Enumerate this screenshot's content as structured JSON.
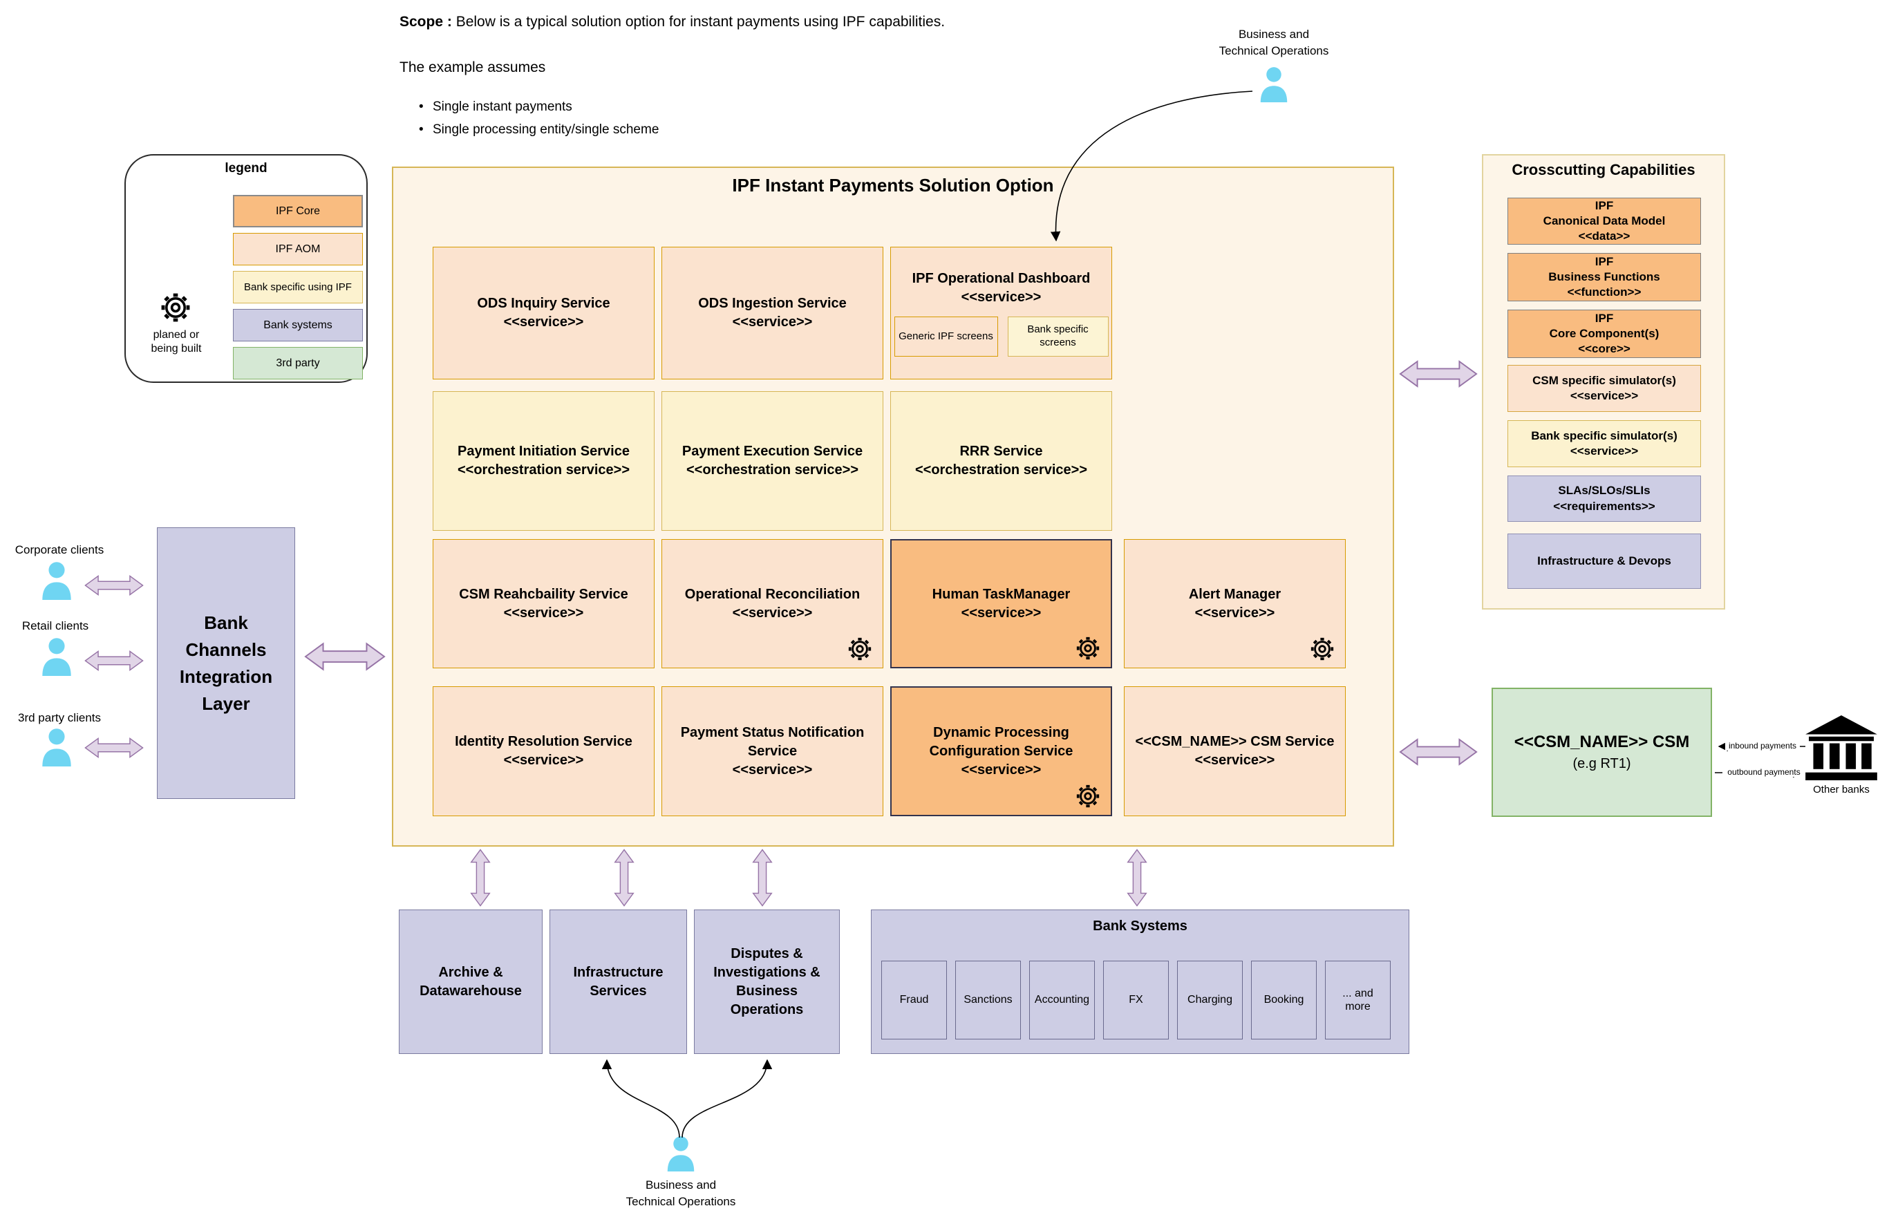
{
  "scope": {
    "label": "Scope :",
    "text": " Below is a typical solution option for instant payments using IPF capabilities.",
    "line2": "The example assumes",
    "bullets": [
      "Single instant payments",
      "Single processing entity/single scheme"
    ]
  },
  "legend": {
    "title": "legend",
    "items": [
      {
        "label": "IPF Core"
      },
      {
        "label": "IPF AOM"
      },
      {
        "label": "Bank specific using IPF"
      },
      {
        "label": "Bank systems"
      },
      {
        "label": "3rd party"
      }
    ],
    "gear_caption_line1": "planed or",
    "gear_caption_line2": "being built"
  },
  "palette": {
    "ipf_core": "#F9BC80",
    "ipf_aom": "#FBE3CF",
    "bank_specific_using_ipf": "#FCF2CF",
    "bank_systems": "#CDCDE4",
    "third_party": "#D5E8D4",
    "arrow_fill": "#E1D5E7",
    "arrow_stroke": "#9673A6",
    "person": "#6FD5F2",
    "main_border": "#D6B656"
  },
  "main": {
    "title": "IPF Instant Payments Solution Option",
    "services": [
      {
        "title": "ODS Inquiry Service",
        "stereotype": "<<service>>"
      },
      {
        "title": "ODS Ingestion Service",
        "stereotype": "<<service>>"
      },
      {
        "title": "IPF Operational Dashboard",
        "stereotype": "<<service>>"
      },
      {
        "title": "Payment Initiation Service",
        "stereotype": "<<orchestration service>>"
      },
      {
        "title": "Payment Execution Service",
        "stereotype": "<<orchestration service>>"
      },
      {
        "title": "RRR Service",
        "stereotype": "<<orchestration service>>"
      },
      {
        "title": "CSM Reahcbaility Service",
        "stereotype": "<<service>>"
      },
      {
        "title": "Operational Reconciliation",
        "stereotype": "<<service>>"
      },
      {
        "title": "Human TaskManager",
        "stereotype": "<<service>>"
      },
      {
        "title": "Alert Manager",
        "stereotype": "<<service>>"
      },
      {
        "title": "Identity Resolution Service",
        "stereotype": "<<service>>"
      },
      {
        "title": "Payment Status Notification Service",
        "stereotype": "<<service>>"
      },
      {
        "title": "Dynamic Processing Configuration Service",
        "stereotype": "<<service>>"
      },
      {
        "title": "<<CSM_NAME>> CSM Service",
        "stereotype": "<<service>>"
      }
    ],
    "dashboard_screens": [
      {
        "label": "Generic IPF screens"
      },
      {
        "label": "Bank specific screens"
      }
    ]
  },
  "crosscutting": {
    "title": "Crosscutting Capabilities",
    "items": [
      {
        "t1": "IPF",
        "t2": "Canonical Data Model",
        "t3": "<<data>>"
      },
      {
        "t1": "IPF",
        "t2": "Business Functions",
        "t3": "<<function>>"
      },
      {
        "t1": "IPF",
        "t2": "Core Component(s)",
        "t3": "<<core>>"
      },
      {
        "t1": "CSM specific simulator(s)",
        "t2": "<<service>>",
        "t3": ""
      },
      {
        "t1": "Bank specific simulator(s)",
        "t2": "<<service>>",
        "t3": ""
      },
      {
        "t1": "SLAs/SLOs/SLIs",
        "t2": "<<requirements>>",
        "t3": ""
      },
      {
        "t1": "Infrastructure & Devops",
        "t2": "",
        "t3": ""
      }
    ]
  },
  "clients": [
    {
      "label": "Corporate clients"
    },
    {
      "label": "Retail clients"
    },
    {
      "label": "3rd party clients"
    }
  ],
  "bank_channels": {
    "l1": "Bank",
    "l2": "Channels",
    "l3": "Integration",
    "l4": "Layer"
  },
  "bottom": {
    "archive": "Archive & Datawarehouse",
    "infrastructure": "Infrastructure Services",
    "disputes": "Disputes & Investigations & Business Operations",
    "bank_systems": {
      "title": "Bank Systems",
      "items": [
        "Fraud",
        "Sanctions",
        "Accounting",
        "FX",
        "Charging",
        "Booking",
        "... and more"
      ]
    }
  },
  "csm": {
    "title": "<<CSM_NAME>> CSM",
    "subtitle": "(e.g RT1)",
    "inbound": "inbound payments",
    "outbound": "outbound payments",
    "other_banks": "Other banks"
  },
  "operations": {
    "line1": "Business and",
    "line2": "Technical Operations"
  }
}
